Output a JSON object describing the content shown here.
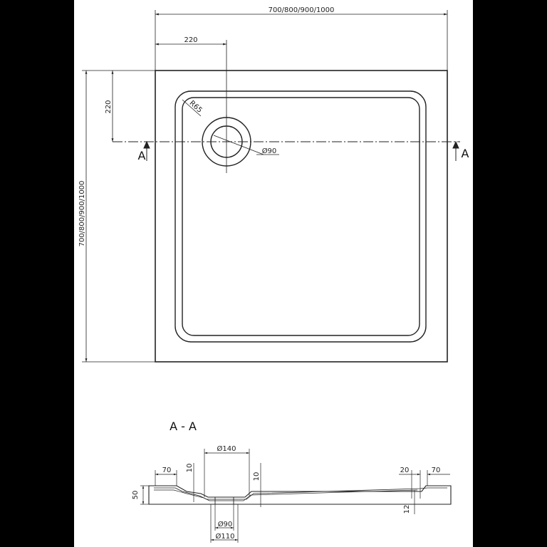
{
  "plan_view": {
    "overall_width": "700/800/900/1000",
    "overall_length": "700/800/900/1000",
    "drain_offset_x": "220",
    "drain_offset_y": "220",
    "corner_radius": "R65",
    "drain_diameter": "Ø90",
    "section_mark_left": "A",
    "section_mark_right": "A"
  },
  "section_view": {
    "title": "A - A",
    "drain_outer_diameter": "Ø140",
    "drain_inner_diameter": "Ø90",
    "drain_pipe_diameter": "Ø110",
    "rim_width_left": "70",
    "rim_width_right": "70",
    "rim_height_left": "10",
    "rim_height_center": "10",
    "tray_height": "50",
    "lip_width_right": "20",
    "lip_height_right": "12"
  }
}
